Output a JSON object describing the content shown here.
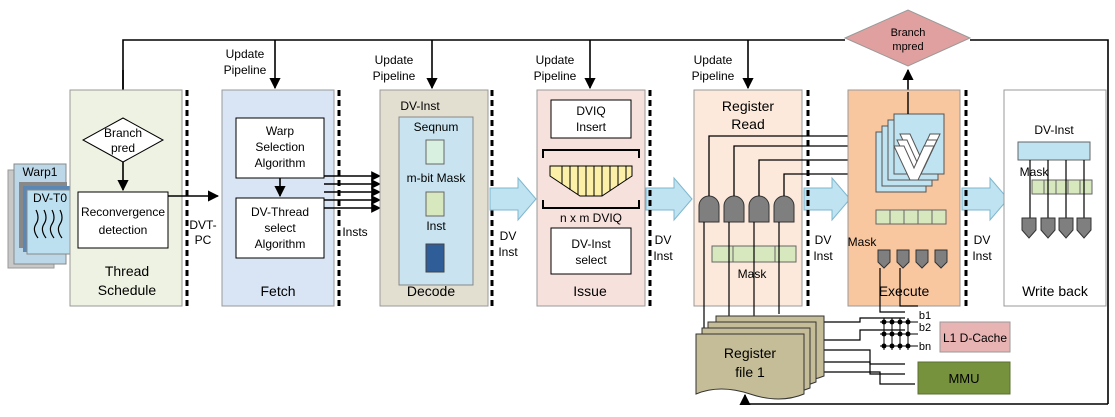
{
  "top_labels": {
    "fetch_update": [
      "Update",
      "Pipeline"
    ],
    "decode_update": [
      "Update",
      "Pipeline"
    ],
    "issue_update": [
      "Update",
      "Pipeline"
    ],
    "regread_update": [
      "Update",
      "Pipeline"
    ]
  },
  "branch_mpred": [
    "Branch",
    "mpred"
  ],
  "warp": {
    "warp_label": "Warp1",
    "thread_label": "DV-T0"
  },
  "thread_schedule": {
    "branch_pred": [
      "Branch",
      "pred"
    ],
    "reconvergence": [
      "Reconvergence",
      "detection"
    ],
    "stage_label": [
      "Thread",
      "Schedule"
    ]
  },
  "dvt_pc": [
    "DVT-",
    "PC"
  ],
  "fetch": {
    "warp_selection": [
      "Warp",
      "Selection",
      "Algorithm"
    ],
    "dv_thread_select": [
      "DV-Thread",
      "select",
      "Algorithm"
    ],
    "stage_label": "Fetch"
  },
  "insts_label": "Insts",
  "decode": {
    "dv_inst": "DV-Inst",
    "seqnum": "Seqnum",
    "mbit_mask": "m-bit Mask",
    "inst": "Inst",
    "stage_label": "Decode"
  },
  "dv_inst_arrows": [
    "DV",
    "Inst"
  ],
  "issue": {
    "dviq_insert": [
      "DVIQ",
      "Insert"
    ],
    "dviq": "n x m DVIQ",
    "dv_inst_select": [
      "DV-Inst",
      "select"
    ],
    "stage_label": "Issue"
  },
  "register_read": {
    "title": [
      "Register",
      "Read"
    ],
    "mask": "Mask"
  },
  "execute": {
    "mask": "Mask",
    "stage_label": "Execute"
  },
  "write_back": {
    "dv_inst": "DV-Inst",
    "mask": "Mask",
    "stage_label": "Write back"
  },
  "register_file": [
    "Register",
    "file 1"
  ],
  "bits": [
    "b1",
    "b2",
    "bn"
  ],
  "l1_dcache": "L1 D-Cache",
  "mmu": "MMU",
  "colors": {
    "thread_schedule_bg": "#eef2e2",
    "fetch_bg": "#d9e5f4",
    "decode_bg": "#e3dfd0",
    "issue_bg": "#f6e1dd",
    "regread_bg": "#fce9db",
    "execute_bg": "#f9c79f",
    "branch_mpred": "#e0a0a0",
    "arrow_fill": "#bfe3f0",
    "mask_green": "#d8e8be",
    "l1_pink": "#e7b3b3",
    "mmu_green": "#76923c",
    "regfile": "#c4bd97"
  }
}
